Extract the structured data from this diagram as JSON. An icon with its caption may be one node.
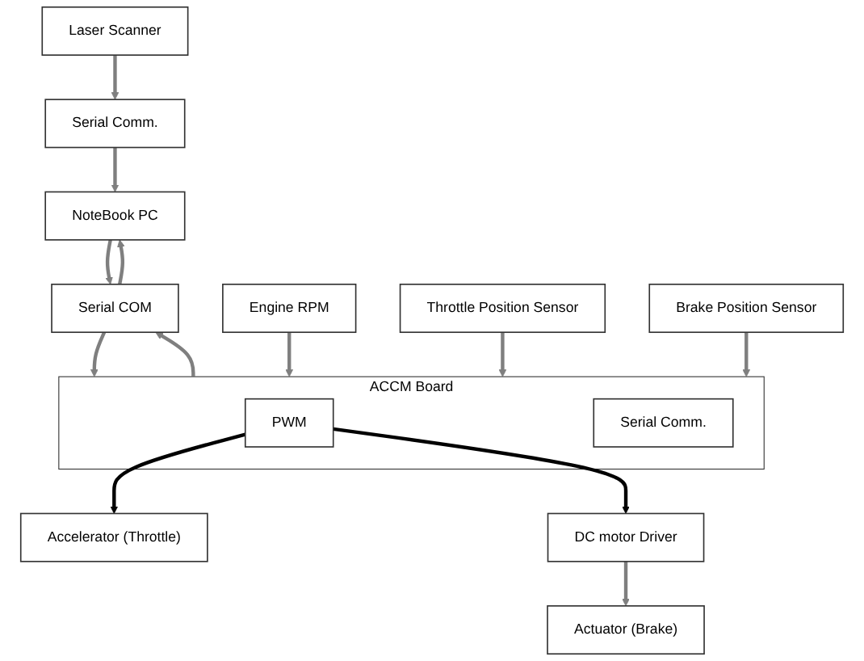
{
  "diagram": {
    "nodes": [
      {
        "text": [
          "NoteBook PC"
        ]
      },
      {
        "text": [
          "Serial Comm."
        ]
      },
      {
        "text": [
          "Accelerator (Throttle)"
        ]
      },
      {
        "text": [
          "Serial COM"
        ]
      },
      {
        "text": [
          "Laser Scanner"
        ]
      },
      {
        "text": [
          "ACCM Board"
        ]
      },
      {
        "text": [
          "PWM"
        ],
        "in": 5
      },
      {
        "text": [
          "Serial Comm."
        ],
        "in": 5
      },
      {
        "text": [
          "Engine RPM"
        ]
      },
      {
        "text": [
          "DC motor Driver"
        ]
      },
      {
        "text": [
          "Actuator (Brake)"
        ]
      },
      {
        "text": [
          "Throttle Position Sensor"
        ]
      },
      {
        "text": [
          "Brake Position Sensor"
        ]
      }
    ],
    "edges": [
      {
        "from": 1,
        "to": 0,
        "arrow": "to"
      },
      {
        "from": 0,
        "to": 3,
        "arrow": "to"
      },
      {
        "from": 3,
        "to": 0,
        "arrow": "to"
      },
      {
        "from": 4,
        "to": 1,
        "arrow": "to"
      },
      {
        "from": 3,
        "to": 5,
        "arrow": "to"
      },
      {
        "from": 5,
        "to": 3,
        "arrow": "to"
      },
      {
        "from": 8,
        "to": 5,
        "arrow": "to"
      },
      {
        "from": 6,
        "to": 2,
        "arrow": "to",
        "color": "#000000"
      },
      {
        "from": 6,
        "to": 9,
        "arrow": "to",
        "color": "#000000"
      },
      {
        "from": 11,
        "to": 5,
        "arrow": "to"
      },
      {
        "from": 12,
        "to": 5,
        "arrow": "to"
      },
      {
        "from": 9,
        "to": 10,
        "arrow": "to"
      }
    ]
  }
}
